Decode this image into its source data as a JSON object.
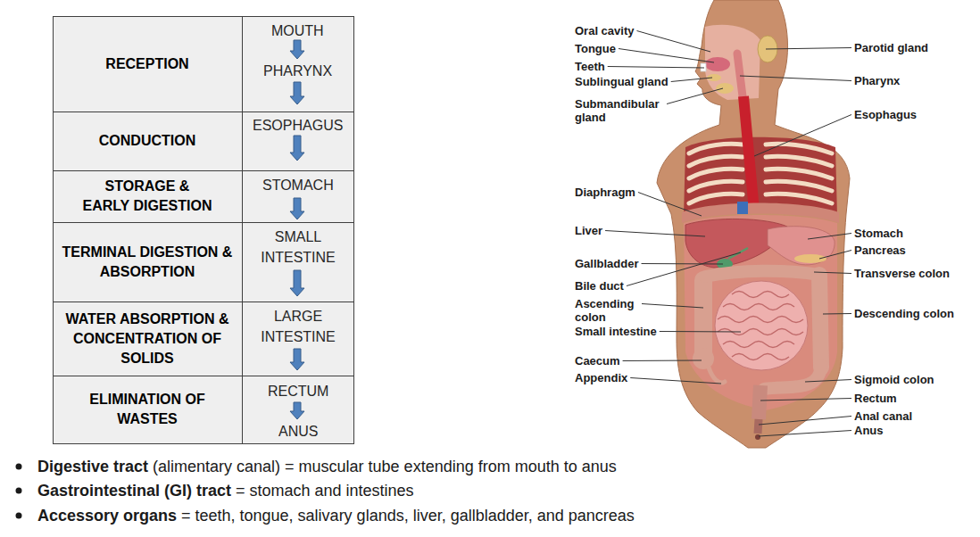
{
  "diagram": {
    "labels": [
      "RECEPTION",
      "MOUTH",
      "PHARYNX",
      "CONDUCTION",
      "ESOPHAGUS",
      "STORAGE & EARLY DIGESTION",
      "STOMACH",
      "TERMINAL DIGESTION & ABSORPTION",
      "SMALL INTESTINE",
      "WATER ABSORPTION & CONCENTRATION OF SOLIDS",
      "LARGE INTESTINE",
      "ELIMINATION OF WASTES",
      "RECTUM",
      "ANUS",
      "Oral cavity",
      "Tongue",
      "Parotid gland",
      "Teeth",
      "Sublingual gland",
      "Pharynx",
      "Submandibular gland",
      "Esophagus",
      "Diaphragm",
      "Liver",
      "Stomach",
      "Pancreas",
      "Gallbladder",
      "Transverse colon",
      "Bile duct",
      "Ascending colon",
      "Descending colon",
      "Small intestine",
      "Caecum",
      "Appendix",
      "Sigmoid colon",
      "Rectum",
      "Anal canal",
      "Anus",
      "Digestive tract",
      "(alimentary canal) = muscular tube extending from mouth to anus",
      "Gastrointestinal (GI) tract",
      "= stomach and intestines",
      "Accessory organs",
      "= teeth, tongue, salivary glands, liver, gallbladder, and pancreas"
    ]
  }
}
